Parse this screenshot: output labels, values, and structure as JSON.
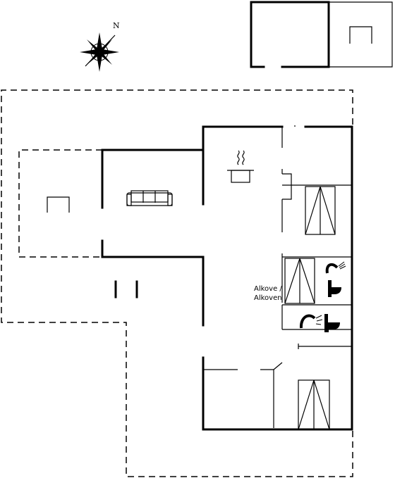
{
  "compass": {
    "north_label": "N",
    "icon": "compass-rose-icon"
  },
  "labels": {
    "alcove_line1": "Alkove /",
    "alcove_line2": "Alkoven"
  },
  "icons": {
    "sofa": "sofa-icon",
    "stove": "cooking-pot-icon",
    "shower": "shower-icon",
    "toilet": "toilet-icon",
    "bed": "bed-icon"
  },
  "colors": {
    "line": "#000000",
    "background": "#ffffff"
  }
}
